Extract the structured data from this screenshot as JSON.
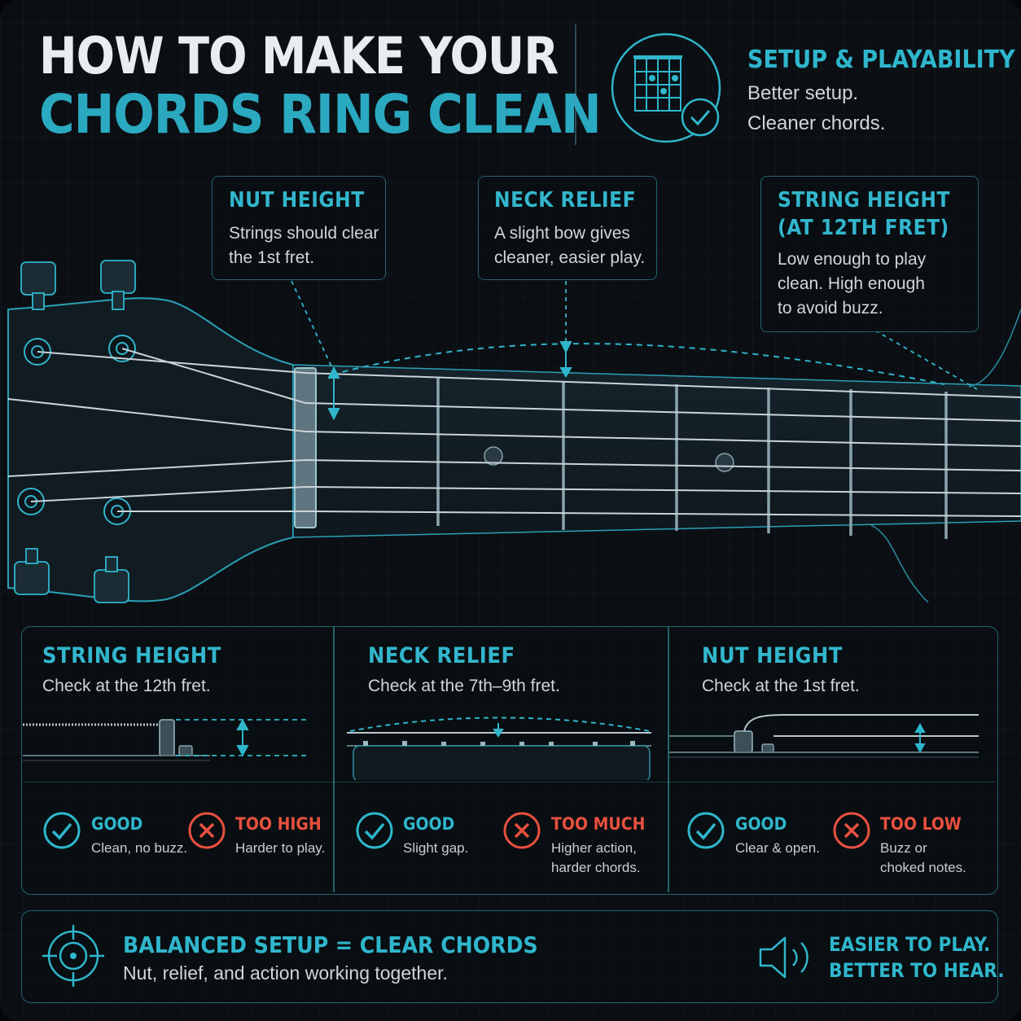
{
  "header": {
    "title_line1": "HOW TO MAKE YOUR",
    "title_line2": "CHORDS RING CLEAN",
    "badge_title": "SETUP & PLAYABILITY",
    "badge_line1": "Better setup.",
    "badge_line2": "Cleaner chords."
  },
  "callouts": {
    "nut": {
      "title": "NUT HEIGHT",
      "line1": "Strings should clear",
      "line2": "the 1st fret."
    },
    "relief": {
      "title": "NECK RELIEF",
      "line1": "A slight bow gives",
      "line2": "cleaner, easier play."
    },
    "action": {
      "title1": "STRING HEIGHT",
      "title2": "(AT 12TH FRET)",
      "line1": "Low enough to play",
      "line2": "clean. High enough",
      "line3": "to avoid buzz."
    }
  },
  "panels": [
    {
      "title": "STRING HEIGHT",
      "subtitle": "Check at the 12th fret.",
      "good_label": "GOOD",
      "good_text1": "Clean, no buzz.",
      "good_text2": "",
      "bad_label": "TOO HIGH",
      "bad_text1": "Harder to play.",
      "bad_text2": ""
    },
    {
      "title": "NECK RELIEF",
      "subtitle": "Check at the 7th–9th fret.",
      "good_label": "GOOD",
      "good_text1": "Slight gap.",
      "good_text2": "",
      "bad_label": "TOO MUCH",
      "bad_text1": "Higher action,",
      "bad_text2": "harder chords."
    },
    {
      "title": "NUT HEIGHT",
      "subtitle": "Check at the 1st fret.",
      "good_label": "GOOD",
      "good_text1": "Clear & open.",
      "good_text2": "",
      "bad_label": "TOO LOW",
      "bad_text1": "Buzz or",
      "bad_text2": "choked notes."
    }
  ],
  "footer": {
    "title": "BALANCED SETUP = CLEAR CHORDS",
    "subtitle": "Nut, relief, and action working together.",
    "right_line1": "EASIER TO PLAY.",
    "right_line2": "BETTER TO HEAR."
  },
  "icons": {
    "badge": "chord-chart-check-icon",
    "good": "check-circle-icon",
    "bad": "x-circle-icon",
    "target": "target-icon",
    "speaker": "speaker-icon"
  },
  "colors": {
    "background": "#0b0f13",
    "accent": "#2fb6cc",
    "good": "#2fb6cc",
    "bad": "#e8503f",
    "title_white": "#e9edf0"
  }
}
